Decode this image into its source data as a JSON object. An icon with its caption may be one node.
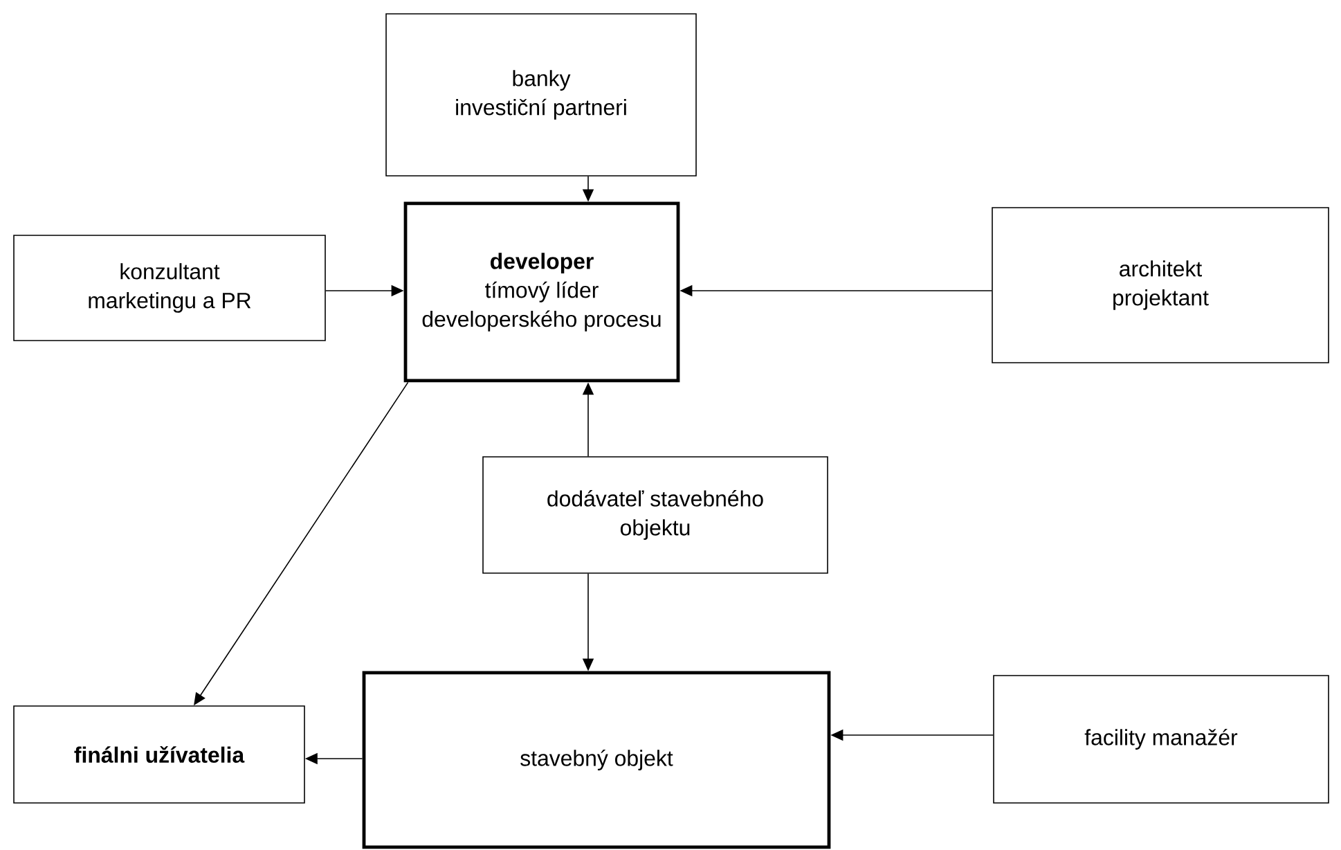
{
  "diagram": {
    "nodes": [
      {
        "text": [
          "banky",
          "investiční partneri"
        ]
      },
      {
        "text": [
          "konzultant",
          "marketingu a PR"
        ]
      },
      {
        "text": [
          "developer",
          "tímový líder",
          "developerského procesu"
        ]
      },
      {
        "text": [
          "architekt",
          "projektant"
        ]
      },
      {
        "text": [
          "dodávateľ stavebného",
          "objektu"
        ]
      },
      {
        "text": [
          "finálni užívatelia"
        ]
      },
      {
        "text": [
          "stavebný objekt"
        ]
      },
      {
        "text": [
          "facility manažér"
        ]
      }
    ],
    "edges": [
      {
        "from": 0,
        "to": 2,
        "arrow": "to"
      },
      {
        "from": 1,
        "to": 2,
        "arrow": "to"
      },
      {
        "from": 3,
        "to": 2,
        "arrow": "to"
      },
      {
        "from": 4,
        "to": 2,
        "arrow": "to"
      },
      {
        "from": 2,
        "to": 5,
        "arrow": "to"
      },
      {
        "from": 4,
        "to": 6,
        "arrow": "to"
      },
      {
        "from": 6,
        "to": 5,
        "arrow": "to"
      },
      {
        "from": 7,
        "to": 6,
        "arrow": "to"
      }
    ]
  }
}
